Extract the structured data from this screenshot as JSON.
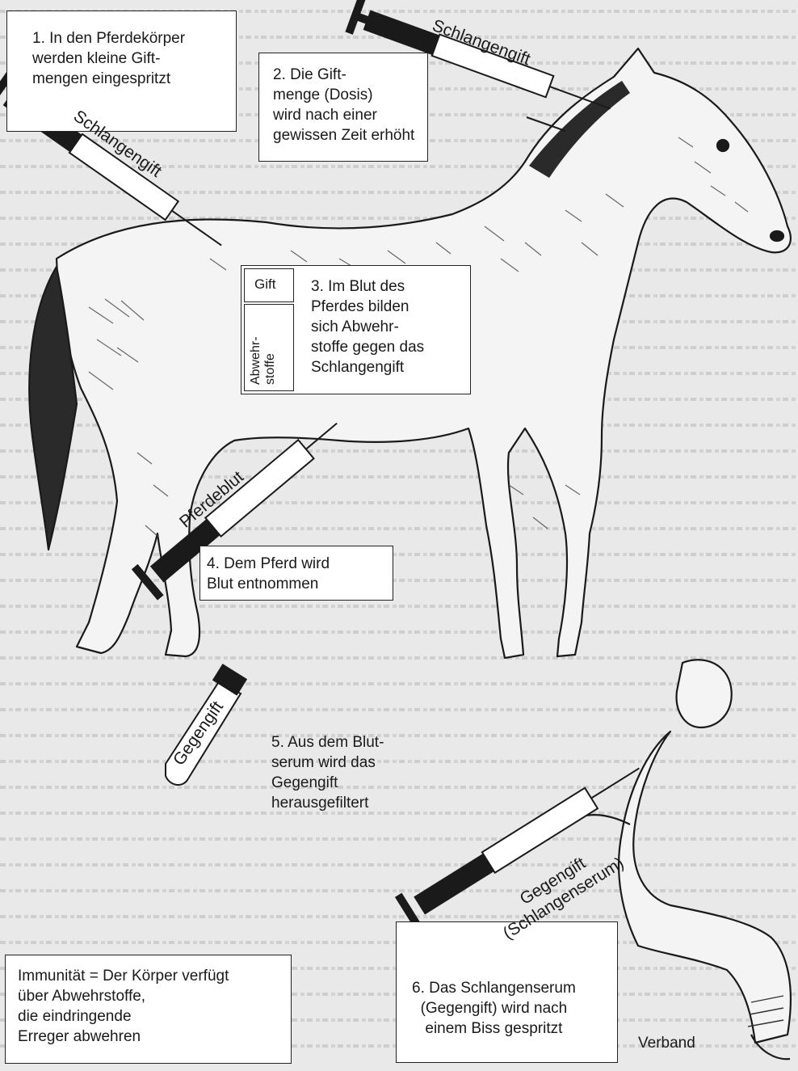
{
  "steps": {
    "s1": "1. In den Pferdekörper\nwerden kleine Gift-\nmengen eingespritzt",
    "s2": "2. Die Gift-\nmenge (Dosis)\nwird nach einer\ngewissen Zeit erhöht",
    "s3": "3. Im Blut des\nPferdes bilden\nsich Abwehr-\nstoffe gegen das\nSchlangengift",
    "s4": "4. Dem Pferd wird\nBlut entnommen",
    "s5": "5. Aus dem Blut-\nserum wird das\nGegengift\nherausgefiltert",
    "s6": "6. Das Schlangenserum\n(Gegengift) wird nach\neinem Biss gespritzt"
  },
  "definition": "Immunität = Der Körper verfügt\nüber Abwehrstoffe,\ndie eindringende\nErreger abwehren",
  "labels": {
    "syringe_top": "Schlangengift",
    "syringe_left": "Schlangengift",
    "syringe_blood": "Pferdeblut",
    "syringe_child": "Gegengift\n(Schlangenserum)",
    "vial": "Gegengift",
    "gift": "Gift",
    "abwehrstoffe": "Abwehr-\nstoffe",
    "verband": "Verband"
  }
}
